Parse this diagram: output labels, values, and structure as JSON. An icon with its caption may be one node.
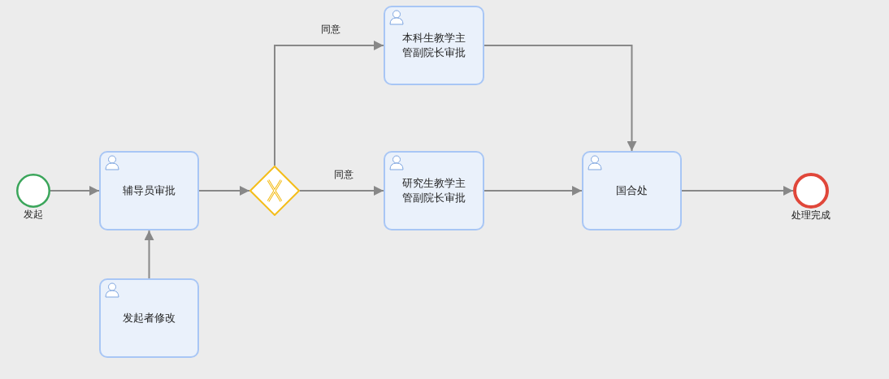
{
  "diagram": {
    "nodes": [
      {
        "text": [],
        "shape": "circle",
        "beside": [
          "发起"
        ]
      },
      {
        "text": [
          "辅导员审批"
        ]
      },
      {
        "text": [],
        "shape": "diamond"
      },
      {
        "text": [
          "本科生教学主管副院长审批"
        ]
      },
      {
        "text": [
          "研究生教学主管副院长审批"
        ]
      },
      {
        "text": [
          "国合处"
        ]
      },
      {
        "text": [],
        "shape": "circle",
        "beside": [
          "处理完成"
        ]
      },
      {
        "text": [
          "发起者修改"
        ]
      }
    ],
    "edges": [
      {
        "from": 0,
        "to": 1,
        "arrow": "to"
      },
      {
        "from": 7,
        "to": 1,
        "arrow": "to"
      },
      {
        "from": 1,
        "to": 2,
        "arrow": "to"
      },
      {
        "from": 2,
        "to": 3,
        "arrow": "to",
        "label": "同意"
      },
      {
        "from": 2,
        "to": 4,
        "arrow": "to",
        "label": "同意"
      },
      {
        "from": 3,
        "to": 5,
        "arrow": "to"
      },
      {
        "from": 4,
        "to": 5,
        "arrow": "to"
      },
      {
        "from": 5,
        "to": 6,
        "arrow": "to"
      }
    ]
  }
}
